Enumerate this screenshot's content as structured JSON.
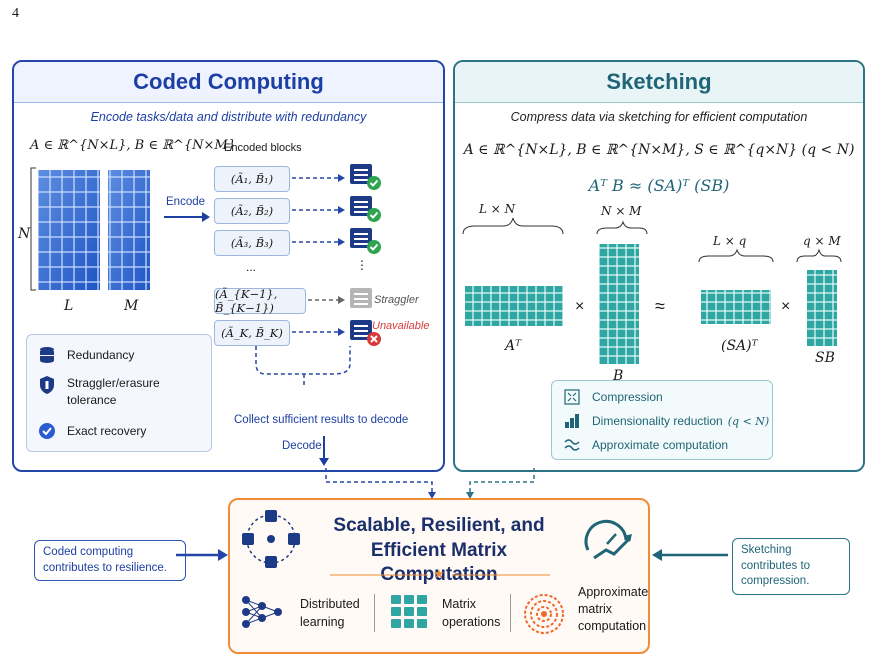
{
  "page_number": "4",
  "coded_computing": {
    "title": "Coded Computing",
    "subtitle": "Encode tasks/data and distribute with redundancy",
    "matrices_def": "A ∈ ℝ^{N×L},  B ∈ ℝ^{N×M}",
    "label_N": "N",
    "label_L": "L",
    "label_M": "M",
    "encode_label": "Encode",
    "encoded_blocks_label": "Encoded blocks",
    "blocks": [
      {
        "label": "(Ã₁, B̃₁)",
        "status": "ok"
      },
      {
        "label": "(Ã₂, B̃₂)",
        "status": "ok"
      },
      {
        "label": "(Ã₃, B̃₃)",
        "status": "ok"
      },
      {
        "label": "(Ã_{K−1}, B̃_{K−1})",
        "status": "straggler"
      },
      {
        "label": "(Ã_K, B̃_K)",
        "status": "unavailable"
      }
    ],
    "ellipsis": "...",
    "vertical_dots": "⋮",
    "straggler_label": "Straggler",
    "unavailable_label": "Unavailable",
    "collect_label": "Collect sufficient results to decode",
    "decode_label": "Decode",
    "legend": [
      {
        "icon": "database-icon",
        "label": "Redundancy"
      },
      {
        "icon": "shield-icon",
        "label": "Straggler/erasure tolerance"
      },
      {
        "icon": "check-circle-icon",
        "label": "Exact recovery"
      }
    ]
  },
  "sketching": {
    "title": "Sketching",
    "subtitle": "Compress data via sketching for efficient computation",
    "matrices_def": "A ∈ ℝ^{N×L},   B ∈ ℝ^{N×M},   S ∈ ℝ^{q×N} (q < N)",
    "approx_eq": "Aᵀ B  ≈  (SA)ᵀ (SB)",
    "dims": {
      "AT": "L × N",
      "B": "N × M",
      "SAT": "L × q",
      "SB": "q × M"
    },
    "names": {
      "AT": "Aᵀ",
      "B": "B",
      "SAT": "(SA)ᵀ",
      "SB": "SB"
    },
    "times": "×",
    "approx": "≈",
    "legend": [
      {
        "icon": "compress-icon",
        "label": "Compression"
      },
      {
        "icon": "bar-chart-icon",
        "label": "Dimensionality reduction",
        "suffix": "(q < N)"
      },
      {
        "icon": "approx-icon",
        "label": "Approximate computation"
      }
    ]
  },
  "bottom": {
    "title_line1": "Scalable, Resilient, and",
    "title_line2": "Efficient Matrix Computation",
    "star": "★",
    "items": [
      {
        "icon": "neural-network-icon",
        "label": "Distributed learning"
      },
      {
        "icon": "grid-icon",
        "label": "Matrix operations"
      },
      {
        "icon": "target-icon",
        "label": "Approximate matrix computation"
      }
    ],
    "left_note": "Coded computing contributes to resilience.",
    "right_note": "Sketching contributes to compression."
  },
  "colors": {
    "blue": "#2446a8",
    "teal": "#2d7486",
    "orange": "#ef8c35",
    "green": "#2ea44f",
    "red": "#d83a3a",
    "gray": "#9a9a9a"
  }
}
